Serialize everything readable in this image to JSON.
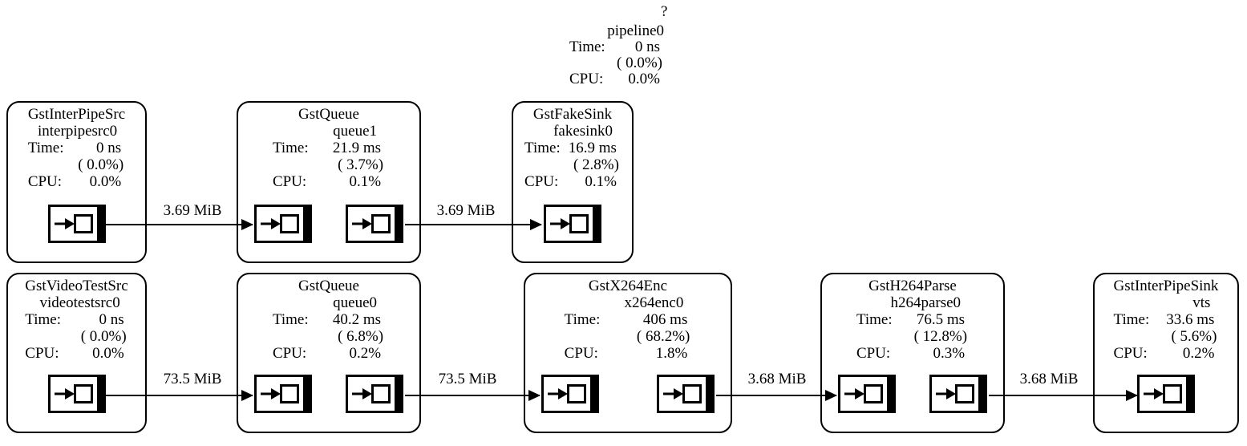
{
  "labels": {
    "time": "Time:",
    "cpu": "CPU:"
  },
  "pipeline": {
    "klass": "?",
    "name": "pipeline0",
    "time_value": "0 ns",
    "time_pct": "( 0.0%)",
    "cpu_value": "0.0%"
  },
  "elements": [
    {
      "klass": "GstInterPipeSrc",
      "name": "interpipesrc0",
      "time_value": "0 ns",
      "time_pct": "( 0.0%)",
      "cpu_value": "0.0%",
      "pads": [
        "src"
      ]
    },
    {
      "klass": "GstQueue",
      "name": "queue1",
      "time_value": "21.9 ms",
      "time_pct": "( 3.7%)",
      "cpu_value": "0.1%",
      "pads": [
        "sink",
        "src"
      ]
    },
    {
      "klass": "GstFakeSink",
      "name": "fakesink0",
      "time_value": "16.9 ms",
      "time_pct": "( 2.8%)",
      "cpu_value": "0.1%",
      "pads": [
        "sink"
      ]
    },
    {
      "klass": "GstVideoTestSrc",
      "name": "videotestsrc0",
      "time_value": "0 ns",
      "time_pct": "( 0.0%)",
      "cpu_value": "0.0%",
      "pads": [
        "src"
      ]
    },
    {
      "klass": "GstQueue",
      "name": "queue0",
      "time_value": "40.2 ms",
      "time_pct": "( 6.8%)",
      "cpu_value": "0.2%",
      "pads": [
        "sink",
        "src"
      ]
    },
    {
      "klass": "GstX264Enc",
      "name": "x264enc0",
      "time_value": "406 ms",
      "time_pct": "( 68.2%)",
      "cpu_value": "1.8%",
      "pads": [
        "sink",
        "src"
      ]
    },
    {
      "klass": "GstH264Parse",
      "name": "h264parse0",
      "time_value": "76.5 ms",
      "time_pct": "( 12.8%)",
      "cpu_value": "0.3%",
      "pads": [
        "sink",
        "src"
      ]
    },
    {
      "klass": "GstInterPipeSink",
      "name": "vts",
      "time_value": "33.6 ms",
      "time_pct": "( 5.6%)",
      "cpu_value": "0.2%",
      "pads": [
        "sink"
      ]
    }
  ],
  "edges": [
    {
      "label": "3.69 MiB"
    },
    {
      "label": "3.69 MiB"
    },
    {
      "label": "73.5 MiB"
    },
    {
      "label": "73.5 MiB"
    },
    {
      "label": "3.68 MiB"
    },
    {
      "label": "3.68 MiB"
    }
  ]
}
